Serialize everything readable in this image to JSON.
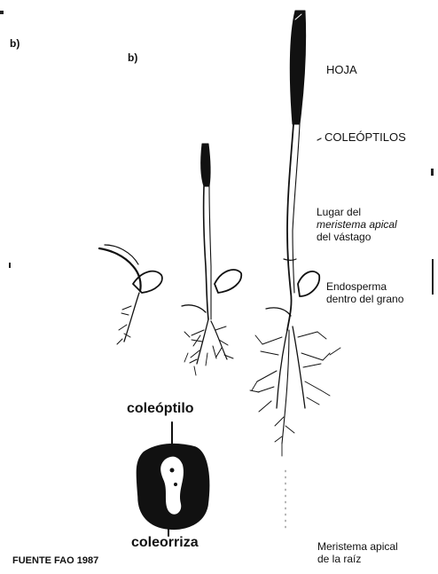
{
  "panel_labels": {
    "left": "b)",
    "center": "b)"
  },
  "labels": {
    "hoja": "HOJA",
    "coleoptilos": "COLEÓPTILOS",
    "meristema_apical_vastago": [
      "Lugar del",
      "meristema apical",
      "del vástago"
    ],
    "endosperma": [
      "Endosperma",
      "dentro del grano"
    ],
    "meristema_apical_raiz": [
      "Meristema apical",
      "de la raíz"
    ]
  },
  "seed_labels": {
    "coleoptilo": "coleóptilo",
    "coleorriza": "coleorriza"
  },
  "source": "FUENTE FAO 1987",
  "colors": {
    "ink": "#111111",
    "background": "#ffffff"
  }
}
